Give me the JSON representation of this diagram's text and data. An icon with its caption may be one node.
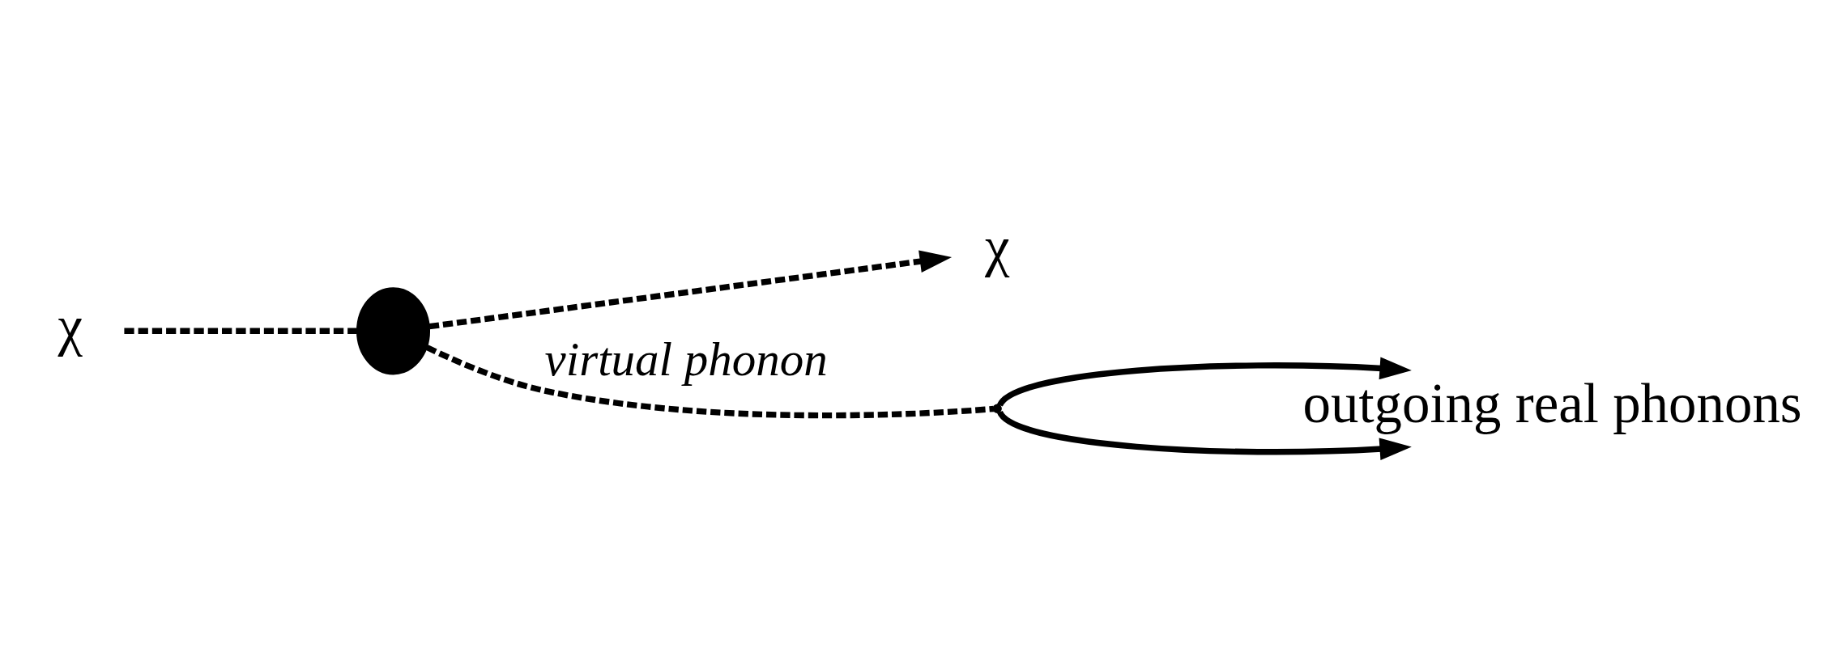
{
  "diagram": {
    "nodes": [
      {
        "text": [
          "χ"
        ]
      },
      {
        "text": [],
        "shape": "circle"
      },
      {
        "text": [
          "χ"
        ]
      },
      {
        "text": [],
        "shape": "point"
      },
      {
        "text": [
          "outgoing real phonons"
        ]
      }
    ],
    "edges": [
      {
        "from": 0,
        "to": 1,
        "arrow": "none",
        "style": "dashed"
      },
      {
        "from": 1,
        "to": 2,
        "arrow": "to",
        "style": "dashed"
      },
      {
        "from": 1,
        "to": 3,
        "arrow": "none",
        "style": "dashed",
        "label": "virtual phonon"
      },
      {
        "from": 3,
        "to": 4,
        "arrow": "to"
      },
      {
        "from": 3,
        "to": 4,
        "arrow": "to"
      }
    ]
  }
}
